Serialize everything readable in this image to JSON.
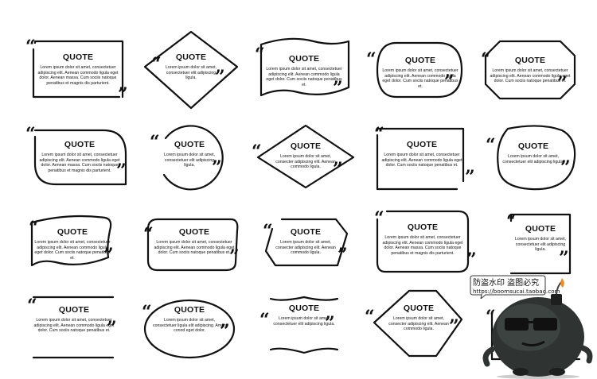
{
  "quote_title": "QUOTE",
  "open_mark": "“",
  "close_mark": "”",
  "body_long": "Lorem ipsum dolor sit amet, consectetuer adipiscing elit. Aenean commodo ligula eget dolor. Aenean massa. Cum sociis natoque penatibus et magnis dis parturient.",
  "body_medium": "Lorem ipsum dolor sit amet, consectetuer adipiscing elit. Aenean commodo ligula eget dolor. Cum sociis natoque penatibus et.",
  "body_short": "Lorem ipsum dolor sit amet, consectetuer elit adipiscing ligula.",
  "body_diamond": "Lorem ipsum dolor sit amet, consecter adipiscing elit. Aenean commodo ligula.",
  "body_oval": "Lorem ipsum dolor sit amet, consectetuer ligula elit adipiscing. Amen conod eget dolor.",
  "watermark": {
    "line1": "防盗水印 盗图必究",
    "line2": "https://boomsucai.taobao.com"
  }
}
